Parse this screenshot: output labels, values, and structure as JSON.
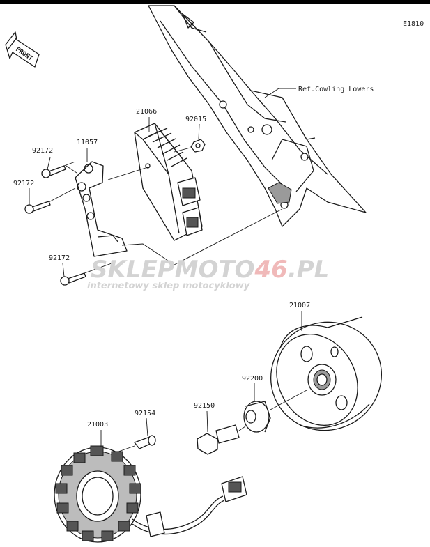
{
  "diagram_code": "E1810",
  "front_arrow_label": "FRONT",
  "reference_note": "Ref.Cowling Lowers",
  "watermark": {
    "brand_a": "SKLEP",
    "brand_b": "MOTO",
    "brand_c": "46",
    "brand_d": ".PL",
    "tagline": "internetowy sklep motocyklowy",
    "color_light": "#d3d3d3",
    "color_accent": "#f0b9b9"
  },
  "part_labels": [
    {
      "id": "regulator",
      "number": "21066"
    },
    {
      "id": "regulator-nut",
      "number": "92015"
    },
    {
      "id": "bracket",
      "number": "11057"
    },
    {
      "id": "bolt-upper",
      "number": "92172"
    },
    {
      "id": "bolt-middle",
      "number": "92172"
    },
    {
      "id": "bolt-lower",
      "number": "92172"
    },
    {
      "id": "flywheel",
      "number": "21007"
    },
    {
      "id": "washer",
      "number": "92200"
    },
    {
      "id": "flywheel-bolt",
      "number": "92150"
    },
    {
      "id": "stator-bolt",
      "number": "92154"
    },
    {
      "id": "stator",
      "number": "21003"
    }
  ]
}
